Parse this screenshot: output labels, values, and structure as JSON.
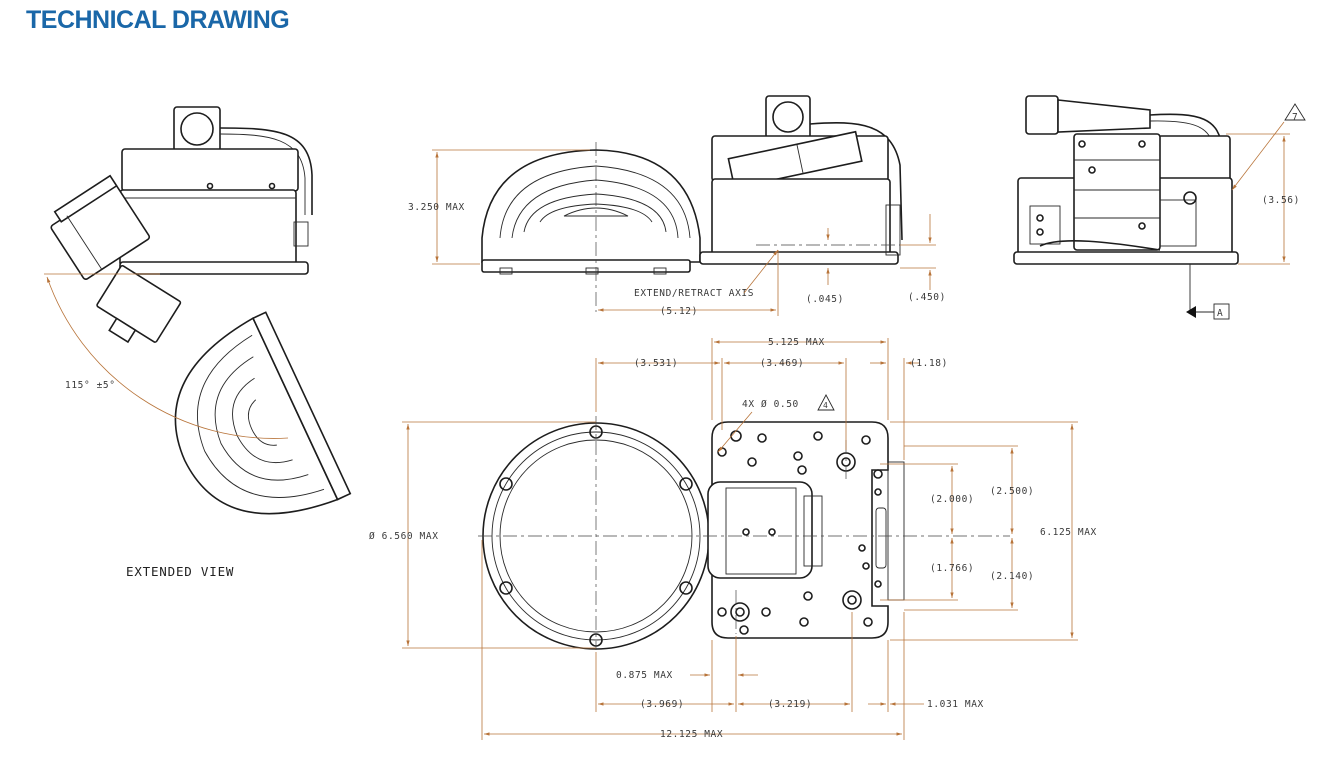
{
  "title": "TECHNICAL DRAWING",
  "labels": {
    "extended_view": "EXTENDED VIEW",
    "angle": "115° ±5°",
    "extend_axis": "EXTEND/RETRACT AXIS",
    "datum": "A",
    "note_4x": "4X   Ø 0.50",
    "flag_4": "4",
    "flag_7": "7"
  },
  "dimensions": {
    "height_3250": "3.250 MAX",
    "d_045": "(.045)",
    "d_450": "(.450)",
    "d_512": "(5.12)",
    "d_356": "(3.56)",
    "w_5125": "5.125 MAX",
    "d_3531": "(3.531)",
    "d_3469": "(3.469)",
    "d_118": "(1.18)",
    "dia_6560": "Ø 6.560 MAX",
    "d_2000": "(2.000)",
    "d_2500": "(2.500)",
    "h_6125": "6.125 MAX",
    "d_1766": "(1.766)",
    "d_2140": "(2.140)",
    "w_0875": "0.875 MAX",
    "d_3969": "(3.969)",
    "d_3219": "(3.219)",
    "w_1031": "1.031 MAX",
    "w_12125": "12.125 MAX"
  }
}
